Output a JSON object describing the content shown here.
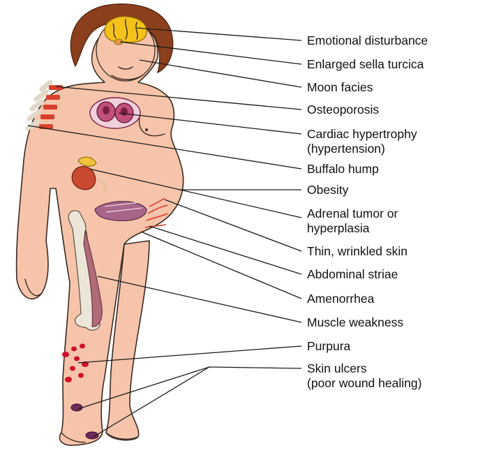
{
  "labels": [
    {
      "id": "emotional-disturbance",
      "lines": [
        "Emotional disturbance"
      ]
    },
    {
      "id": "enlarged-sella-turcica",
      "lines": [
        "Enlarged sella turcica"
      ]
    },
    {
      "id": "moon-facies",
      "lines": [
        "Moon facies"
      ]
    },
    {
      "id": "osteoporosis",
      "lines": [
        "Osteoporosis"
      ]
    },
    {
      "id": "cardiac-hypertrophy",
      "lines": [
        "Cardiac hypertrophy",
        "(hypertension)"
      ]
    },
    {
      "id": "buffalo-hump",
      "lines": [
        "Buffalo hump"
      ]
    },
    {
      "id": "obesity",
      "lines": [
        "Obesity"
      ]
    },
    {
      "id": "adrenal-tumor",
      "lines": [
        "Adrenal tumor or",
        "hyperplasia"
      ]
    },
    {
      "id": "thin-wrinkled-skin",
      "lines": [
        "Thin, wrinkled skin"
      ]
    },
    {
      "id": "abdominal-striae",
      "lines": [
        "Abdominal striae"
      ]
    },
    {
      "id": "amenorrhea",
      "lines": [
        "Amenorrhea"
      ]
    },
    {
      "id": "muscle-weakness",
      "lines": [
        "Muscle weakness"
      ]
    },
    {
      "id": "purpura",
      "lines": [
        "Purpura"
      ]
    },
    {
      "id": "skin-ulcers",
      "lines": [
        "Skin ulcers",
        "(poor wound healing)"
      ]
    }
  ],
  "colors": {
    "skin": "#f6c4aa",
    "hair": "#8b3f1c",
    "brain": "#f4c21b",
    "heart": "#c0507a",
    "purpura": "#d0102a",
    "ulcer": "#6e2a5a"
  }
}
